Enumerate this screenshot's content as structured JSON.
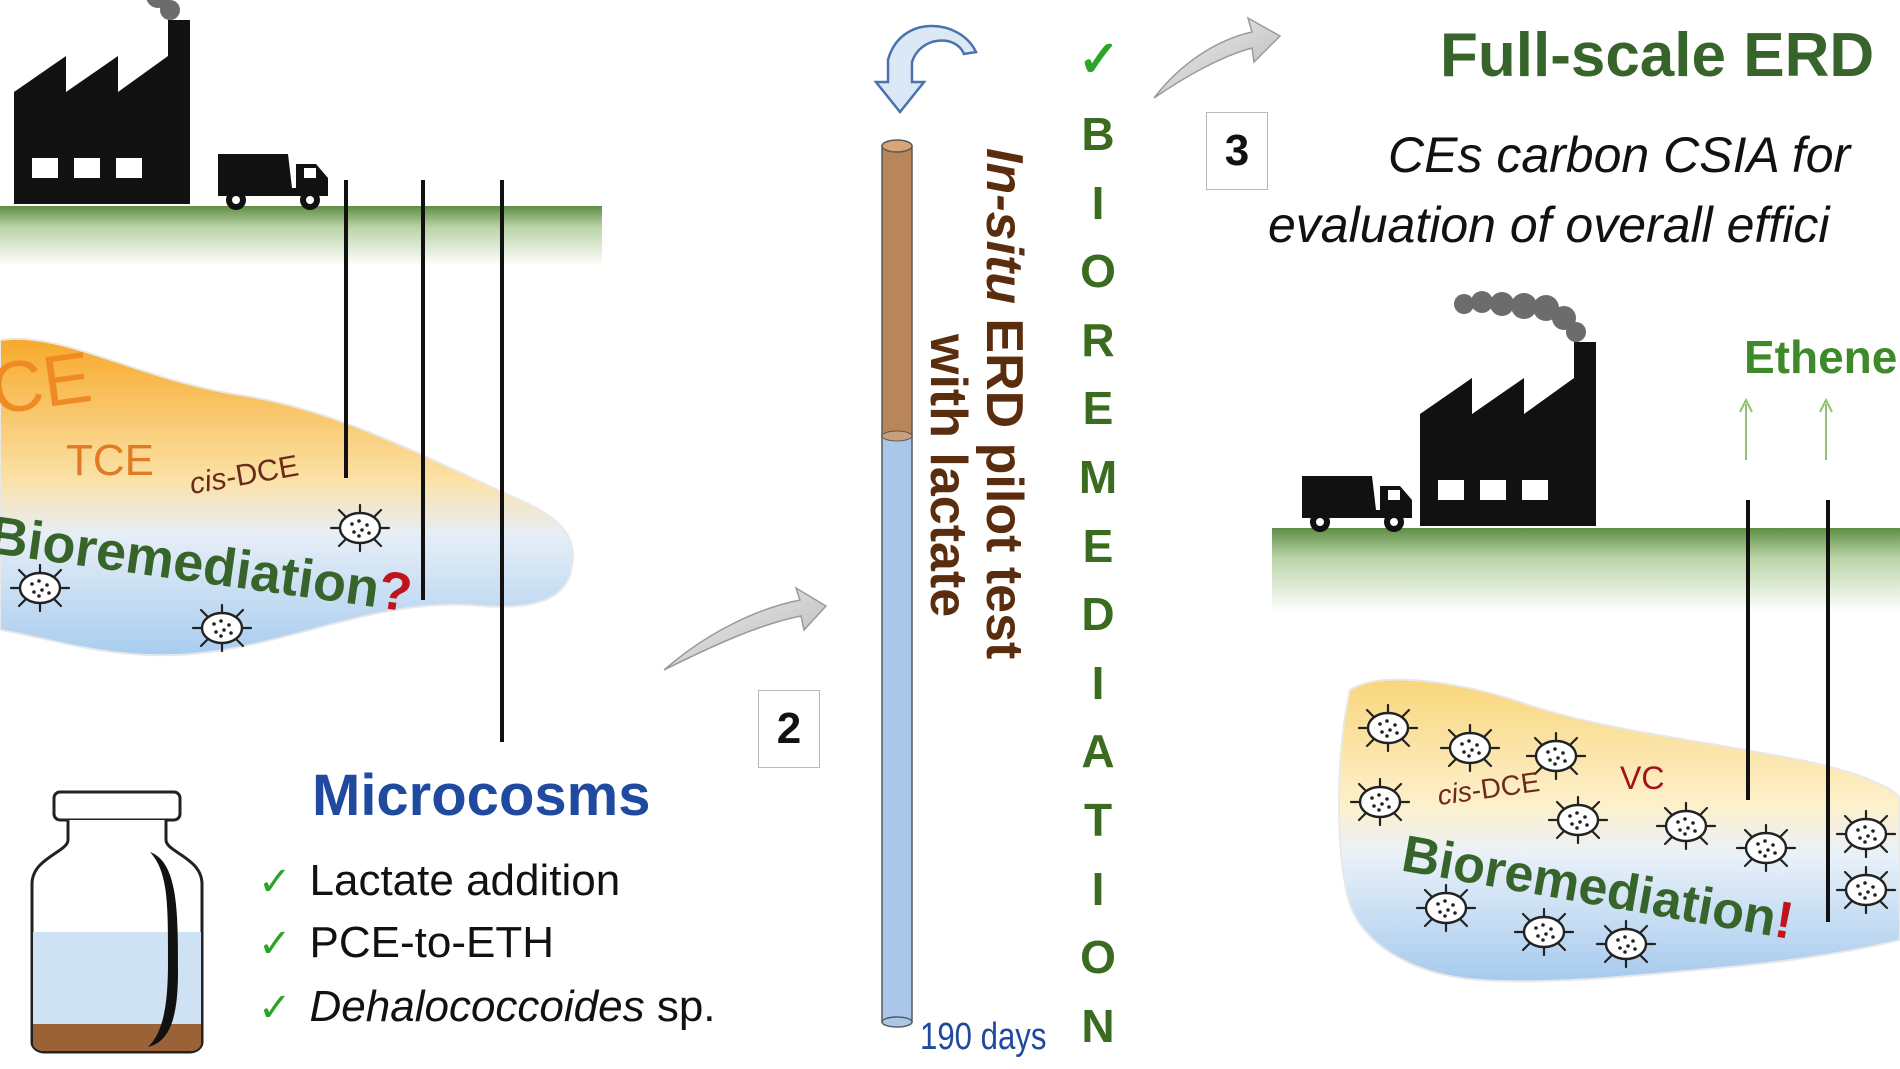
{
  "left_panel": {
    "contaminants": {
      "pce": "CE",
      "tce": "TCE",
      "cis_dce_prefix": "cis",
      "cis_dce_suffix": "-DCE"
    },
    "bioremediation_question": {
      "word": "Bioremediation",
      "mark": "?"
    },
    "microcosms": {
      "title": "Microcosms",
      "items": [
        {
          "check": "✓",
          "text": "Lactate addition"
        },
        {
          "check": "✓",
          "text": "PCE-to-ETH"
        },
        {
          "check": "✓",
          "italic": "Dehalococcoides",
          "text": " sp."
        }
      ]
    }
  },
  "middle_panel": {
    "step_number": "2",
    "title_italic": "In-situ",
    "title_rest": " ERD pilot test",
    "title_line2": "with lactate",
    "duration": "190 days",
    "check": "✓",
    "bioremediation_letters": [
      "B",
      "I",
      "O",
      "R",
      "E",
      "M",
      "E",
      "D",
      "I",
      "A",
      "T",
      "I",
      "O",
      "N"
    ]
  },
  "right_panel": {
    "step_number": "3",
    "title": "Full-scale ERD",
    "subtitle_line1": "CEs carbon CSIA for",
    "subtitle_line2": "evaluation of overall effici",
    "ethene": "Ethene",
    "labels": {
      "cis_dce_prefix": "cis",
      "cis_dce_suffix": "-DCE",
      "vc": "VC"
    },
    "bioremediation_exclaim": {
      "word": "Bioremediation",
      "mark": "!"
    }
  },
  "colors": {
    "ground_green": "#6f9a54",
    "plume_orange": "#f6b12e",
    "water_blue": "#a8cdf0",
    "title_blue": "#1f4aa0",
    "title_green": "#37642a",
    "pce_orange": "#f08a24",
    "brown": "#5b2d0f",
    "dark_red": "#a3121b",
    "check_green": "#2aa52a"
  }
}
